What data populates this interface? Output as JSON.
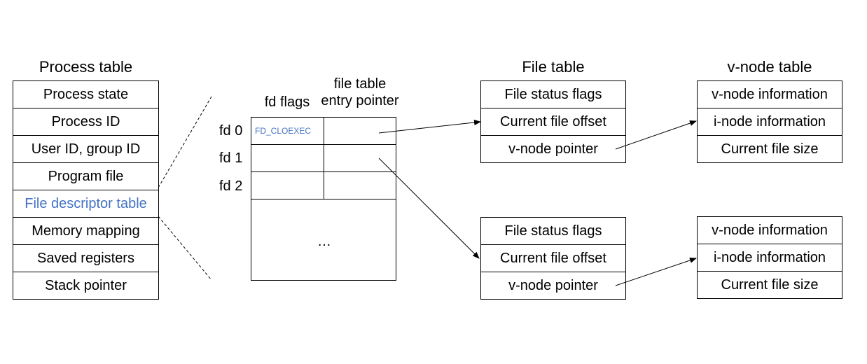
{
  "process_table": {
    "title": "Process table",
    "rows": [
      "Process state",
      "Process ID",
      "User ID, group ID",
      "Program file",
      "File descriptor table",
      "Memory mapping",
      "Saved registers",
      "Stack pointer"
    ]
  },
  "fd_table": {
    "col_flags": "fd flags",
    "col_pointer": "file table\nentry pointer",
    "fd_labels": [
      "fd 0",
      "fd 1",
      "fd 2"
    ],
    "fd0_flag": "FD_CLOEXEC",
    "ellipsis": "…"
  },
  "file_table": {
    "title": "File table",
    "entry_rows": [
      "File status flags",
      "Current file offset",
      "v-node pointer"
    ]
  },
  "vnode_table": {
    "title": "v-node table",
    "entry_rows": [
      "v-node information",
      "i-node information",
      "Current file size"
    ]
  },
  "colors": {
    "highlight": "#4472c4",
    "line": "#000000"
  }
}
